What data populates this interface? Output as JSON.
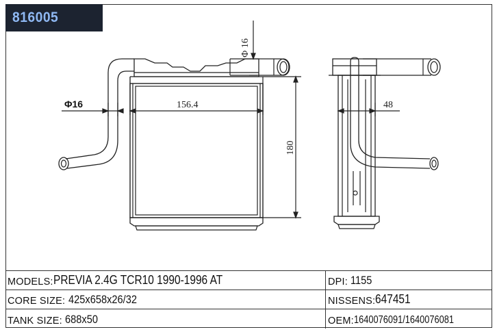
{
  "badge": {
    "part_number": "816005"
  },
  "dimensions": {
    "inlet_diameter_top": "Φ 16",
    "inlet_diameter_left": "Φ16",
    "core_width": "156.4",
    "core_height": "180",
    "depth": "48"
  },
  "specs": {
    "models_label": "MODELS:",
    "models_value": "PREVIA  2.4G TCR10 1990-1996 AT",
    "dpi_label": "DPI:",
    "dpi_value": "1155",
    "core_size_label": "CORE SIZE:",
    "core_size_value": "425x658x26/32",
    "nissens_label": "NISSENS:",
    "nissens_value": "647451",
    "tank_size_label": "TANK SIZE:",
    "tank_size_value": "688x50",
    "oem_label": "OEM:",
    "oem_value": "1640076091/1640076081"
  },
  "colors": {
    "badge_bg": "#1c2330",
    "badge_text": "#8fb8f2",
    "line": "#222222"
  }
}
